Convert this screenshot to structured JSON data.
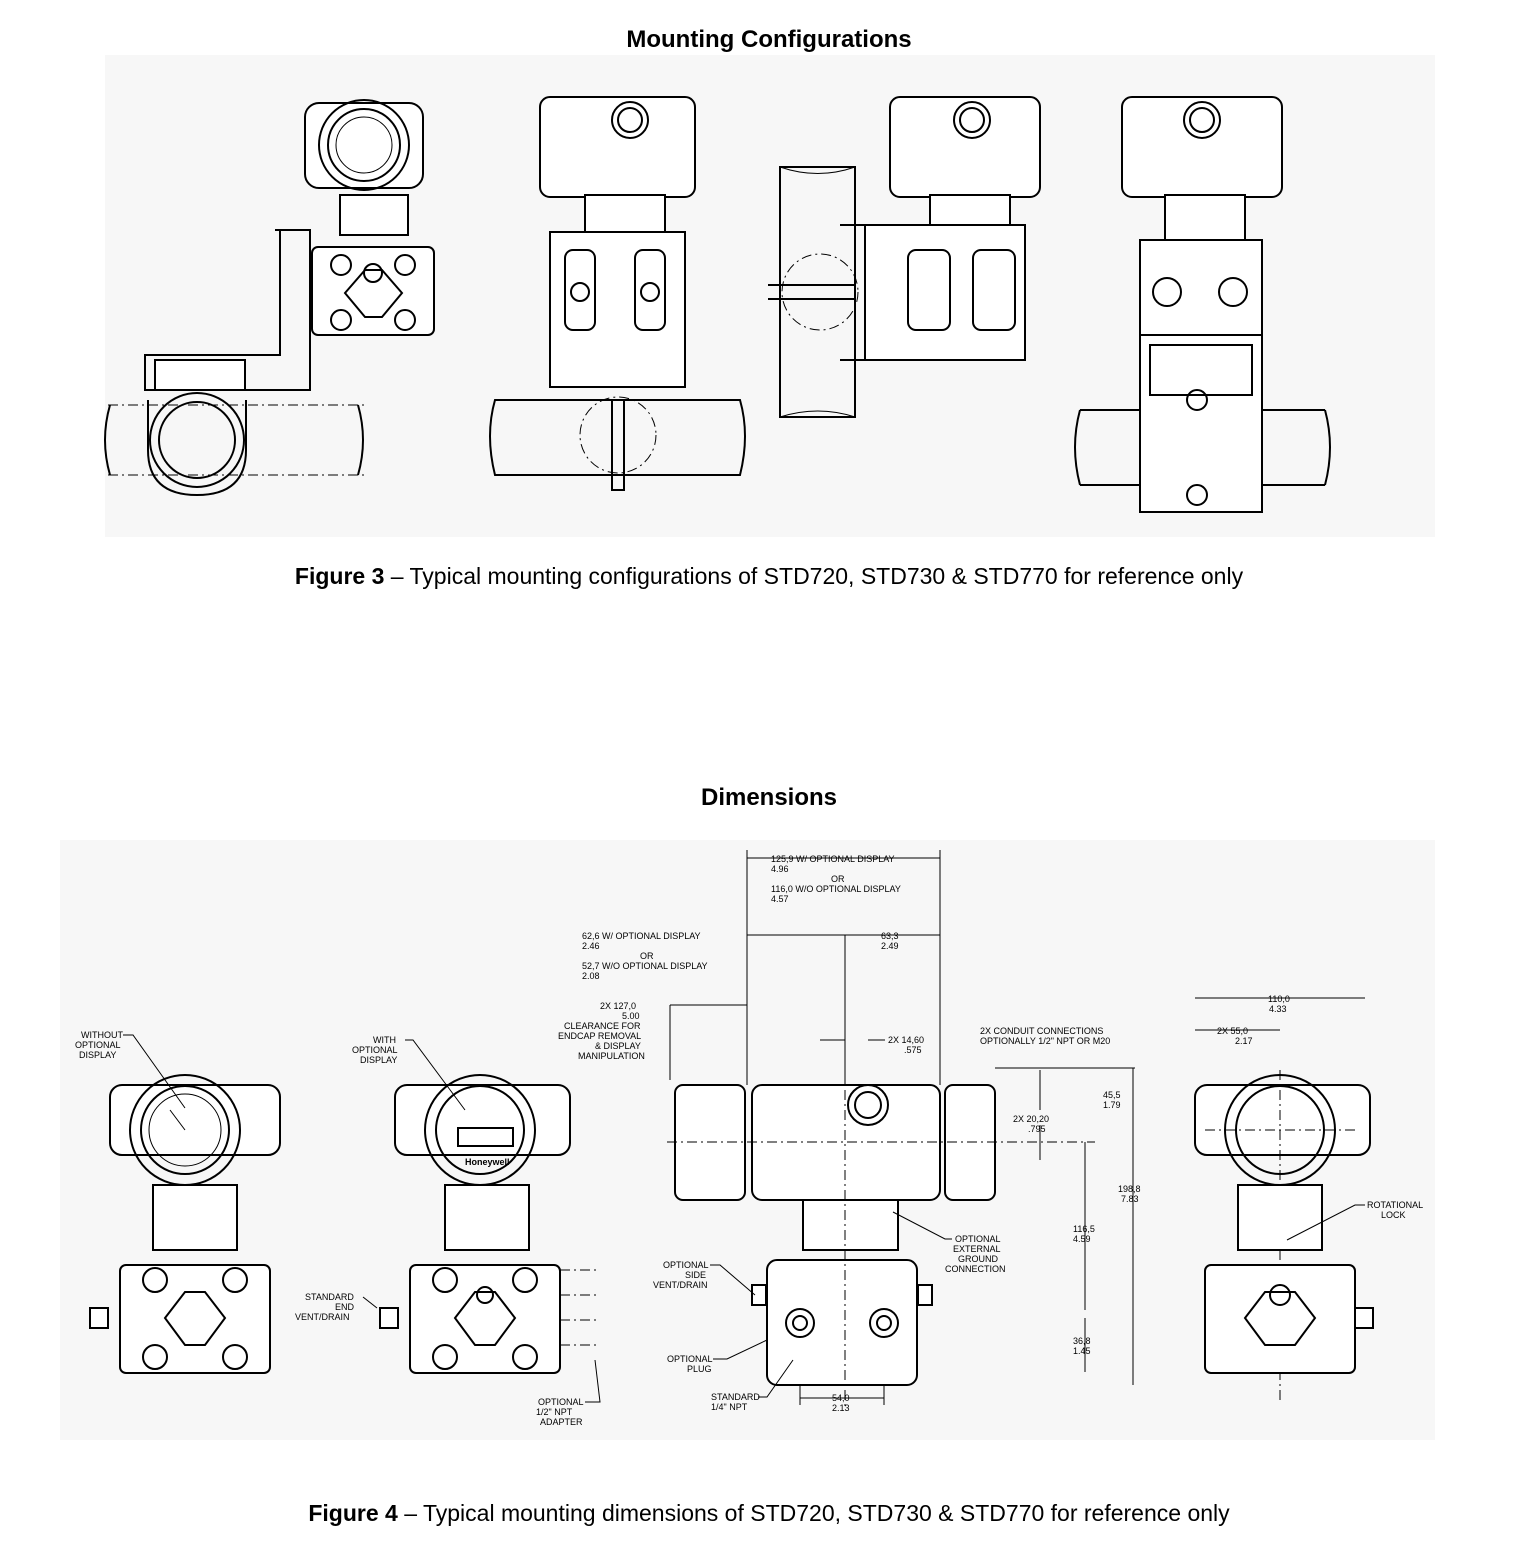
{
  "section1": {
    "heading": "Mounting Configurations",
    "caption_label": "Figure 3",
    "caption_text": " – Typical mounting configurations of STD720, STD730 & STD770 for reference only"
  },
  "section2": {
    "heading": "Dimensions",
    "caption_label": "Figure 4",
    "caption_text": " – Typical mounting dimensions of STD720, STD730 & STD770 for reference only"
  },
  "dims": {
    "d1a": "125,9  W/  OPTIONAL  DISPLAY",
    "d1b": "4.96",
    "d1or": "OR",
    "d1c": "116,0  W/O  OPTIONAL  DISPLAY",
    "d1d": "4.57",
    "d2a": "62,6  W/  OPTIONAL  DISPLAY",
    "d2b": "2.46",
    "d2or": "OR",
    "d2c": "52,7  W/O  OPTIONAL  DISPLAY",
    "d2d": "2.08",
    "d3a": "63,3",
    "d3b": "2.49",
    "d4a": "2X  127,0",
    "d4b": "5.00",
    "d4c": "CLEARANCE  FOR",
    "d4d": "ENDCAP  REMOVAL",
    "d4e": "&  DISPLAY",
    "d4f": "MANIPULATION",
    "d5a": "2X  14,60",
    "d5b": ".575",
    "d6a": "2X  CONDUIT  CONNECTIONS",
    "d6b": "OPTIONALLY  1/2\"  NPT  OR  M20",
    "d7a": "45,5",
    "d7b": "1.79",
    "d8a": "2X  20,20",
    "d8b": ".795",
    "d9a": "198,8",
    "d9b": "7.83",
    "d10a": "116,5",
    "d10b": "4.59",
    "d11a": "36,8",
    "d11b": "1.45",
    "d12a": "54,0",
    "d12b": "2.13",
    "d13a": "110,0",
    "d13b": "4.33",
    "d14a": "2X  55,0",
    "d14b": "2.17"
  },
  "callouts": {
    "without_display": [
      "WITHOUT",
      "OPTIONAL",
      "DISPLAY"
    ],
    "with_display": [
      "WITH",
      "OPTIONAL",
      "DISPLAY"
    ],
    "brand": "Honeywell",
    "std_end_vent": [
      "STANDARD",
      "END",
      "VENT/DRAIN"
    ],
    "npt_adapter": [
      "OPTIONAL",
      "1/2\" NPT",
      "ADAPTER"
    ],
    "side_vent": [
      "OPTIONAL",
      "SIDE",
      "VENT/DRAIN"
    ],
    "plug": [
      "OPTIONAL",
      "PLUG"
    ],
    "std_npt": [
      "STANDARD",
      "1/4\" NPT"
    ],
    "ground": [
      "OPTIONAL",
      "EXTERNAL",
      "GROUND",
      "CONNECTION"
    ],
    "rot_lock": [
      "ROTATIONAL",
      "LOCK"
    ]
  }
}
